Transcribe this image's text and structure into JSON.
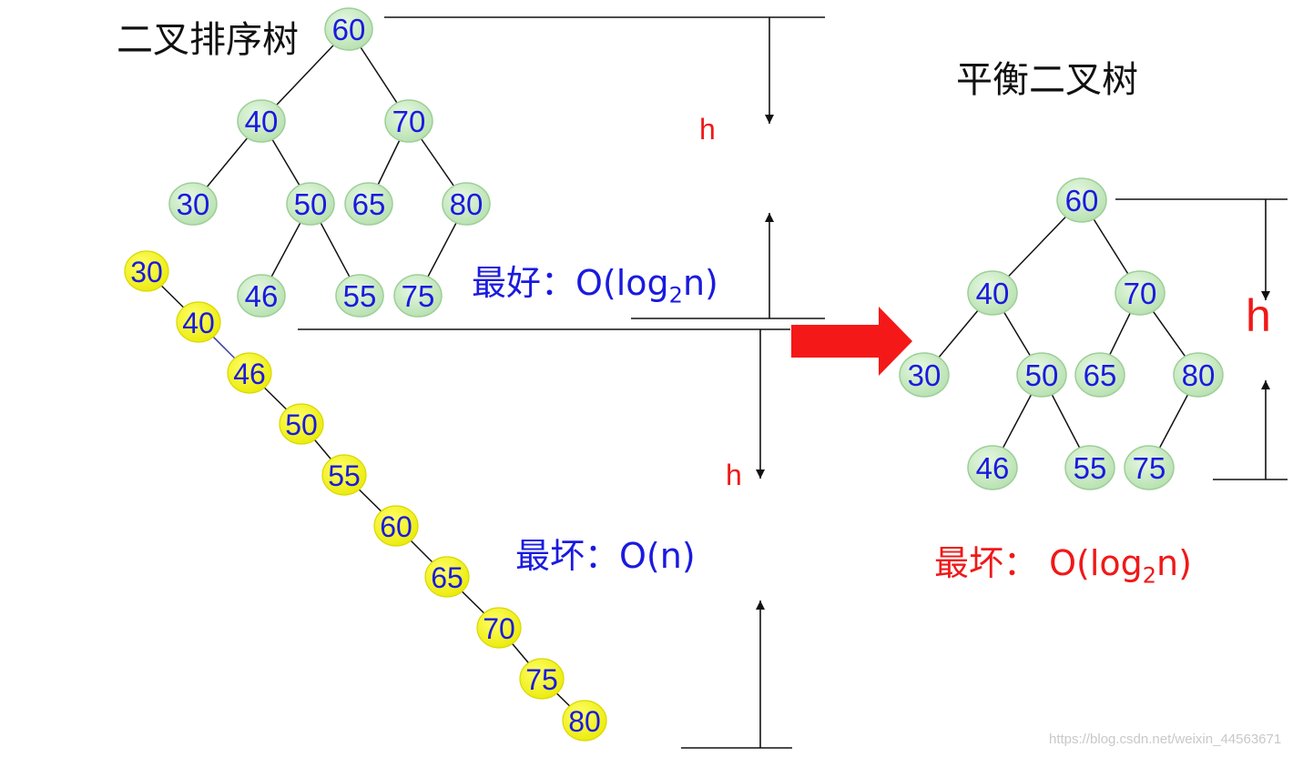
{
  "titles": {
    "bst": "二叉排序树",
    "avl": "平衡二叉树"
  },
  "annotations": {
    "h_top": "h",
    "h_bottom": "h",
    "h_right": "h",
    "best": {
      "prefix": "最好：O(log",
      "sub": "2",
      "suffix": "n)"
    },
    "worst": "最坏：O(n)",
    "avl_worst": {
      "prefix": "最坏： O(log",
      "sub": "2",
      "suffix": "n)"
    }
  },
  "trees": {
    "bst": {
      "nodes": [
        "60",
        "40",
        "70",
        "30",
        "50",
        "65",
        "80",
        "46",
        "55",
        "75"
      ],
      "edges": [
        [
          "60",
          "40"
        ],
        [
          "60",
          "70"
        ],
        [
          "40",
          "30"
        ],
        [
          "40",
          "50"
        ],
        [
          "70",
          "65"
        ],
        [
          "70",
          "80"
        ],
        [
          "50",
          "46"
        ],
        [
          "50",
          "55"
        ],
        [
          "80",
          "75"
        ]
      ]
    },
    "chain": {
      "nodes": [
        "30",
        "40",
        "46",
        "50",
        "55",
        "60",
        "65",
        "70",
        "75",
        "80"
      ]
    },
    "avl": {
      "nodes": [
        "60",
        "40",
        "70",
        "30",
        "50",
        "65",
        "80",
        "46",
        "55",
        "75"
      ],
      "edges": [
        [
          "60",
          "40"
        ],
        [
          "60",
          "70"
        ],
        [
          "40",
          "30"
        ],
        [
          "40",
          "50"
        ],
        [
          "70",
          "65"
        ],
        [
          "70",
          "80"
        ],
        [
          "50",
          "46"
        ],
        [
          "50",
          "55"
        ],
        [
          "80",
          "75"
        ]
      ]
    }
  },
  "colors": {
    "node_fill_green": "#c8ecc0",
    "node_stroke_green": "#9ccf98",
    "node_fill_yellow": "#f2f21a",
    "node_text": "#1a1adf",
    "line": "#111111",
    "arrow_red": "#f51818"
  },
  "watermark": "https://blog.csdn.net/weixin_44563671"
}
